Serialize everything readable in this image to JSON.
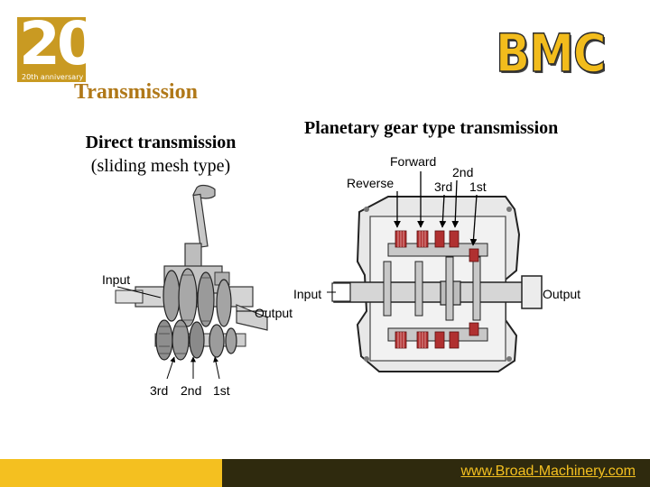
{
  "logo": {
    "number": "20",
    "caption": "20th anniversary"
  },
  "brand": "BMC",
  "title": "Transmission",
  "left": {
    "heading_line1": "Direct transmission",
    "heading_line2": "(sliding mesh type)",
    "labels": {
      "input": "Input",
      "output": "Output",
      "third": "3rd",
      "second": "2nd",
      "first": "1st"
    }
  },
  "right": {
    "heading": "Planetary gear type transmission",
    "labels": {
      "forward": "Forward",
      "second": "2nd",
      "reverse": "Reverse",
      "third": "3rd",
      "first": "1st",
      "input": "Input",
      "output": "Output"
    }
  },
  "footer": {
    "url": "www.Broad-Machinery.com"
  },
  "colors": {
    "gold": "#f4c020",
    "title_brown": "#b07818",
    "footer_dark": "#2f2a0e",
    "clutch_red": "#b03030"
  }
}
